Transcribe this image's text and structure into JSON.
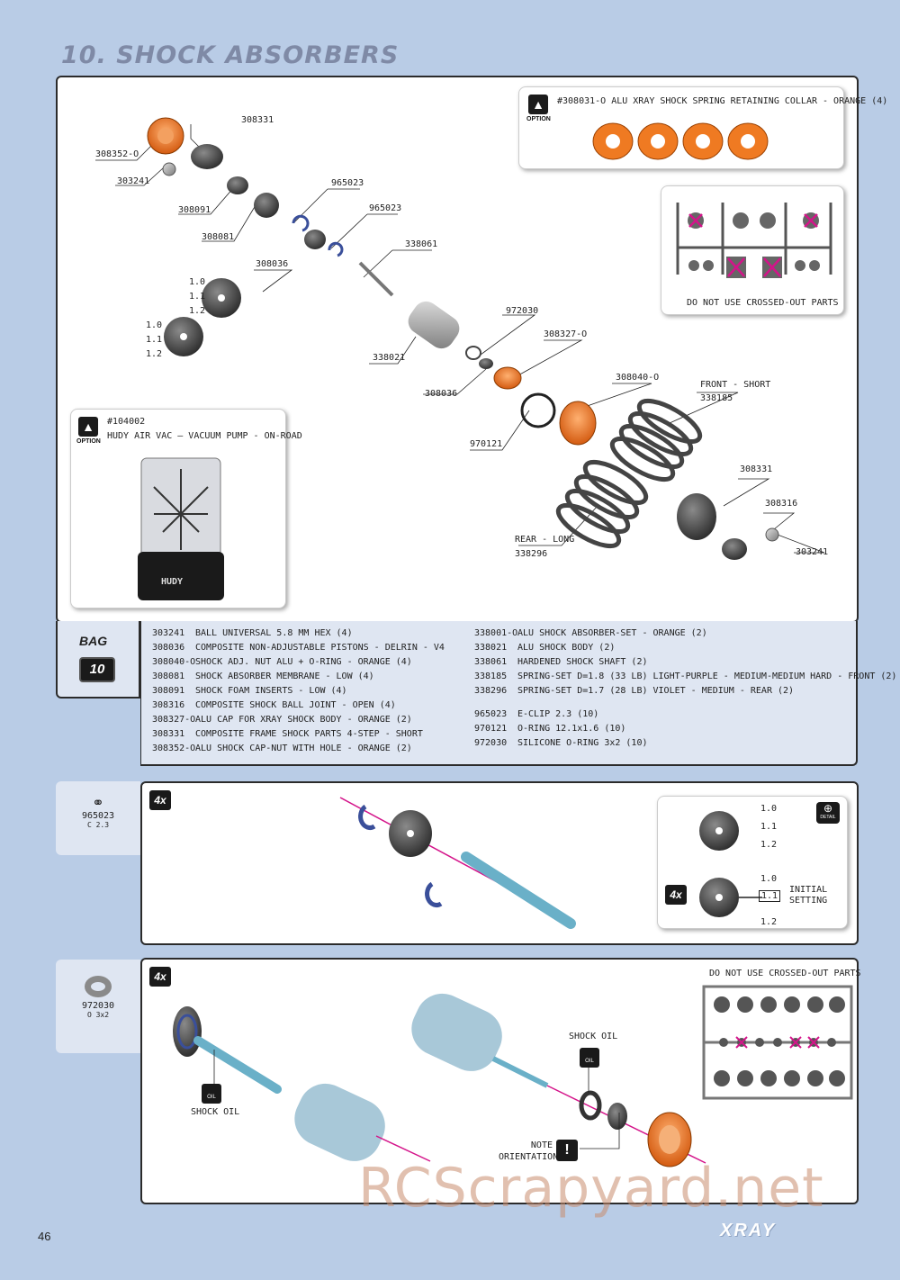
{
  "section_title": "10. SHOCK ABSORBERS",
  "page_number": "46",
  "watermark": "RCScrapyard.net",
  "brand": "XRAY",
  "exploded_labels": {
    "l308352": "308352-O",
    "l308331a": "308331",
    "l303241a": "303241",
    "l308091": "308091",
    "l308081": "308081",
    "l965023a": "965023",
    "l965023b": "965023",
    "l338061": "338061",
    "l308036a": "308036",
    "p1_10": "1.0",
    "p1_11": "1.1",
    "p1_12": "1.2",
    "p2_10": "1.0",
    "p2_11": "1.1",
    "p2_12": "1.2",
    "l338021": "338021",
    "l972030": "972030",
    "l308327": "308327-O",
    "l308036b": "308036",
    "l308040": "308040-O",
    "l970121": "970121",
    "front_short": "FRONT - SHORT",
    "l338185": "338185",
    "l308331b": "308331",
    "l308316": "308316",
    "rear_long": "REAR - LONG",
    "l338296": "338296",
    "l303241b": "303241"
  },
  "option_collar": {
    "badge": "OPTION",
    "text": "#308031-O  ALU XRAY SHOCK SPRING RETAINING COLLAR - ORANGE (4)"
  },
  "crossed_parts_top": "DO NOT USE CROSSED-OUT PARTS",
  "option_hudy": {
    "badge": "OPTION",
    "code": "#104002",
    "text": "HUDY AIR VAC – VACUUM PUMP - ON-ROAD",
    "logo": "HUDY"
  },
  "bag": {
    "label": "BAG",
    "number": "10"
  },
  "parts_left": [
    {
      "code": "303241",
      "desc": "BALL UNIVERSAL 5.8 MM HEX (4)"
    },
    {
      "code": "308036",
      "desc": "COMPOSITE NON-ADJUSTABLE PISTONS - DELRIN - V4"
    },
    {
      "code": "308040-O",
      "desc": "SHOCK ADJ. NUT ALU + O-RING - ORANGE (4)"
    },
    {
      "code": "308081",
      "desc": "SHOCK ABSORBER MEMBRANE - LOW  (4)"
    },
    {
      "code": "308091",
      "desc": "SHOCK FOAM INSERTS - LOW (4)"
    },
    {
      "code": "308316",
      "desc": "COMPOSITE SHOCK BALL JOINT - OPEN (4)"
    },
    {
      "code": "308327-O",
      "desc": "ALU CAP FOR XRAY SHOCK BODY - ORANGE (2)"
    },
    {
      "code": "308331",
      "desc": "COMPOSITE FRAME SHOCK PARTS 4-STEP - SHORT"
    },
    {
      "code": "308352-O",
      "desc": "ALU SHOCK CAP-NUT WITH HOLE - ORANGE (2)"
    }
  ],
  "parts_right": [
    {
      "code": "338001-O",
      "desc": "ALU SHOCK ABSORBER-SET - ORANGE (2)"
    },
    {
      "code": "338021",
      "desc": "ALU SHOCK BODY (2)"
    },
    {
      "code": "338061",
      "desc": "HARDENED SHOCK SHAFT (2)"
    },
    {
      "code": "338185",
      "desc": "SPRING-SET D=1.8 (33 LB) LIGHT-PURPLE - MEDIUM-MEDIUM HARD - FRONT (2)"
    },
    {
      "code": "338296",
      "desc": "SPRING-SET D=1.7 (28 LB) VIOLET - MEDIUM - REAR (2)"
    },
    {
      "code": "965023",
      "desc": "E-CLIP 2.3  (10)"
    },
    {
      "code": "970121",
      "desc": "O-RING 12.1x1.6  (10)"
    },
    {
      "code": "972030",
      "desc": "SILICONE O-RING 3x2  (10)"
    }
  ],
  "step1": {
    "count": "4x",
    "side_code": "965023",
    "side_sub": "C 2.3",
    "detail_10": "1.0",
    "detail_11": "1.1",
    "detail_12": "1.2",
    "detail_badge": "DETAIL",
    "setting_10": "1.0",
    "setting_box": "1.1",
    "setting_12": "1.2",
    "setting_count": "4x",
    "initial_setting": "INITIAL SETTING"
  },
  "step2": {
    "count": "4x",
    "side_code": "972030",
    "side_sub": "O 3x2",
    "crossed": "DO NOT USE CROSSED-OUT PARTS",
    "shock_oil_left": "SHOCK OIL",
    "shock_oil_right": "SHOCK OIL",
    "note_orientation": "NOTE ORIENTATION",
    "oil_tag": "OIL"
  }
}
